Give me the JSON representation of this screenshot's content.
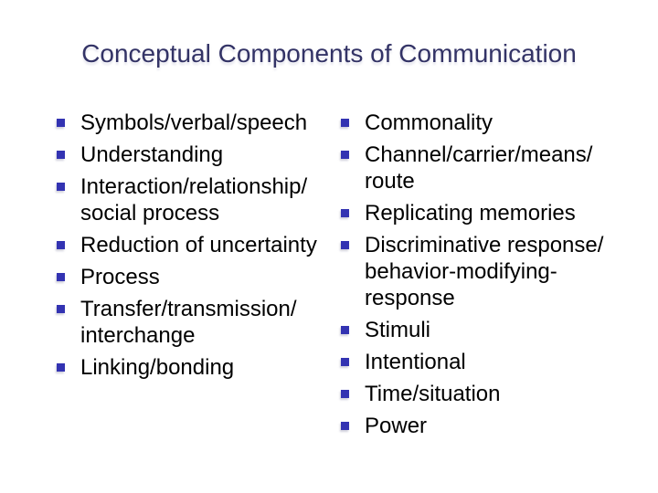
{
  "slide": {
    "title": "Conceptual Components of Communication",
    "colors": {
      "background": "#FFFFFF",
      "title": "#333366",
      "text": "#000000",
      "bullet": "#3333B2"
    },
    "bullet_icon": "square-bullet",
    "columns": [
      {
        "name": "left",
        "items": [
          {
            "lines": [
              "Symbols/verbal/speech"
            ]
          },
          {
            "lines": [
              "Understanding"
            ]
          },
          {
            "lines": [
              "Interaction/relationship/",
              "social process"
            ]
          },
          {
            "lines": [
              "Reduction of uncertainty"
            ]
          },
          {
            "lines": [
              "Process"
            ]
          },
          {
            "lines": [
              "Transfer/transmission/",
              "interchange"
            ]
          },
          {
            "lines": [
              "Linking/bonding"
            ]
          }
        ]
      },
      {
        "name": "right",
        "items": [
          {
            "lines": [
              "Commonality"
            ]
          },
          {
            "lines": [
              "Channel/carrier/means/",
              "route"
            ]
          },
          {
            "lines": [
              "Replicating memories"
            ]
          },
          {
            "lines": [
              "Discriminative response/",
              "behavior-modifying-",
              "response"
            ]
          },
          {
            "lines": [
              "Stimuli"
            ]
          },
          {
            "lines": [
              "Intentional"
            ]
          },
          {
            "lines": [
              "Time/situation"
            ]
          },
          {
            "lines": [
              "Power"
            ]
          }
        ]
      }
    ]
  }
}
